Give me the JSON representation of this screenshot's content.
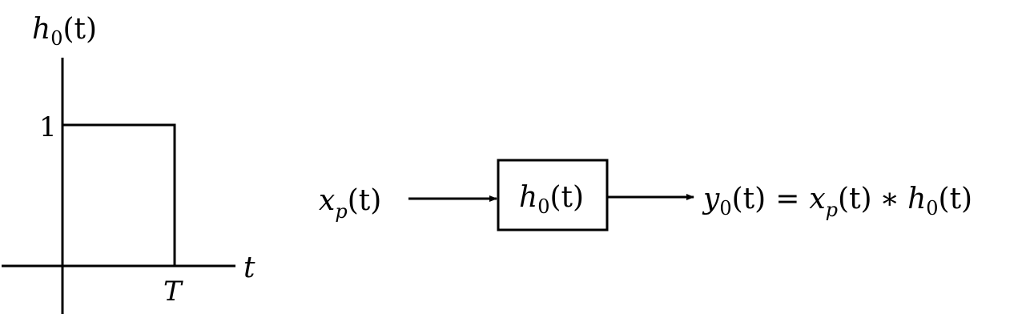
{
  "plot": {
    "y_label": {
      "main": "h",
      "sub": "0",
      "arg": "(t)"
    },
    "x_label": "t",
    "y_tick": "1",
    "x_tick": "T"
  },
  "system": {
    "input": {
      "main": "x",
      "sub": "p",
      "arg": "(t)"
    },
    "block": {
      "main": "h",
      "sub": "0",
      "arg": "(t)"
    },
    "output": {
      "y": "y",
      "y_sub": "0",
      "y_arg": "(t)",
      "eq": "=",
      "x": "x",
      "x_sub": "p",
      "x_arg": "(t)",
      "op": "∗",
      "h": "h",
      "h_sub": "0",
      "h_arg": "(t)"
    }
  }
}
